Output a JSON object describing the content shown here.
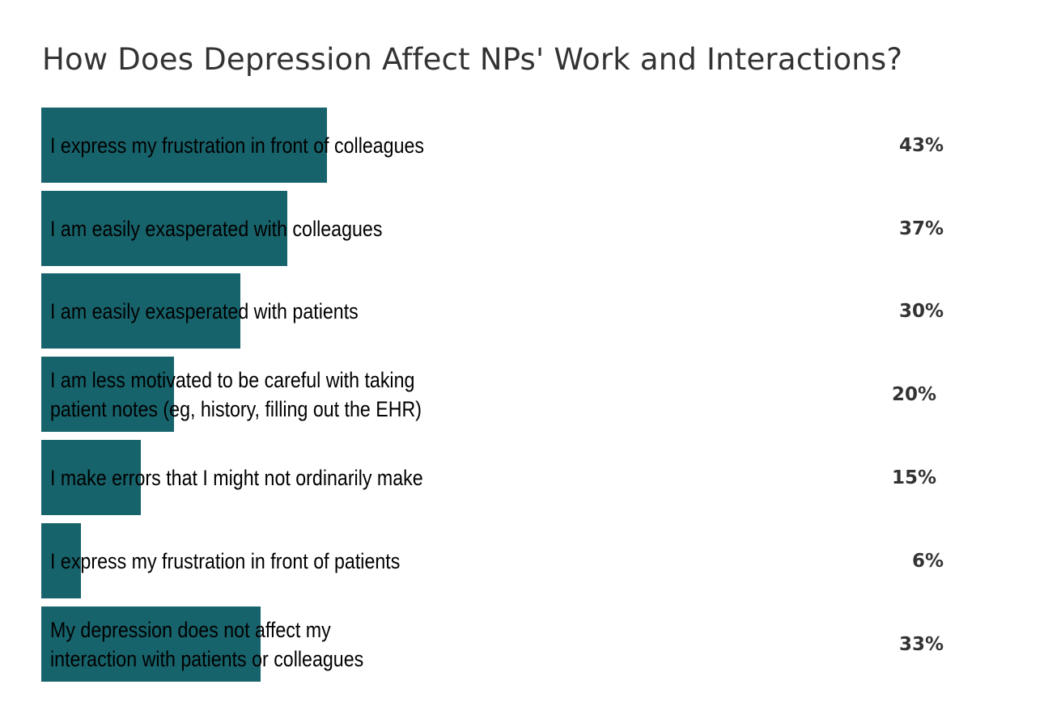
{
  "title": "How Does Depression Affect NPs' Work and Interactions?",
  "colors": {
    "bar": "#17636B",
    "title": "#333333",
    "label": "#000000",
    "value": "#333333"
  },
  "chart_data": {
    "type": "bar",
    "orientation": "horizontal",
    "title": "How Does Depression Affect NPs' Work and Interactions?",
    "xlabel": "",
    "ylabel": "",
    "grid": false,
    "legend": null,
    "categories": [
      "I express my frustration in front of colleagues",
      "I am easily exasperated with colleagues",
      "I am easily exasperated with patients",
      "I am less motivated to be careful with taking patient notes (eg, history, filling out the EHR)",
      "I make errors that I might not ordinarily make",
      "I express my frustration in front of patients",
      "My depression does not affect my interaction with patients or colleagues"
    ],
    "values": [
      43,
      37,
      30,
      20,
      15,
      6,
      33
    ],
    "value_labels": [
      "43%",
      "37%",
      "30%",
      "20%",
      "15%",
      "6%",
      "33%"
    ],
    "unit": "%"
  },
  "rows": [
    {
      "label": "I express my frustration in front of colleagues",
      "value": "43%"
    },
    {
      "label": "I am easily exasperated with colleagues",
      "value": "37%"
    },
    {
      "label": "I am easily exasperated with patients",
      "value": "30%"
    },
    {
      "label": "I am less motivated to be careful with taking\npatient notes (eg, history, filling out the EHR)",
      "value": "20%"
    },
    {
      "label": "I make errors that I might not ordinarily make",
      "value": "15%"
    },
    {
      "label": "I express my frustration in front of patients",
      "value": "6%"
    },
    {
      "label": "My depression does not affect my\ninteraction with patients or colleagues",
      "value": "33%"
    }
  ]
}
